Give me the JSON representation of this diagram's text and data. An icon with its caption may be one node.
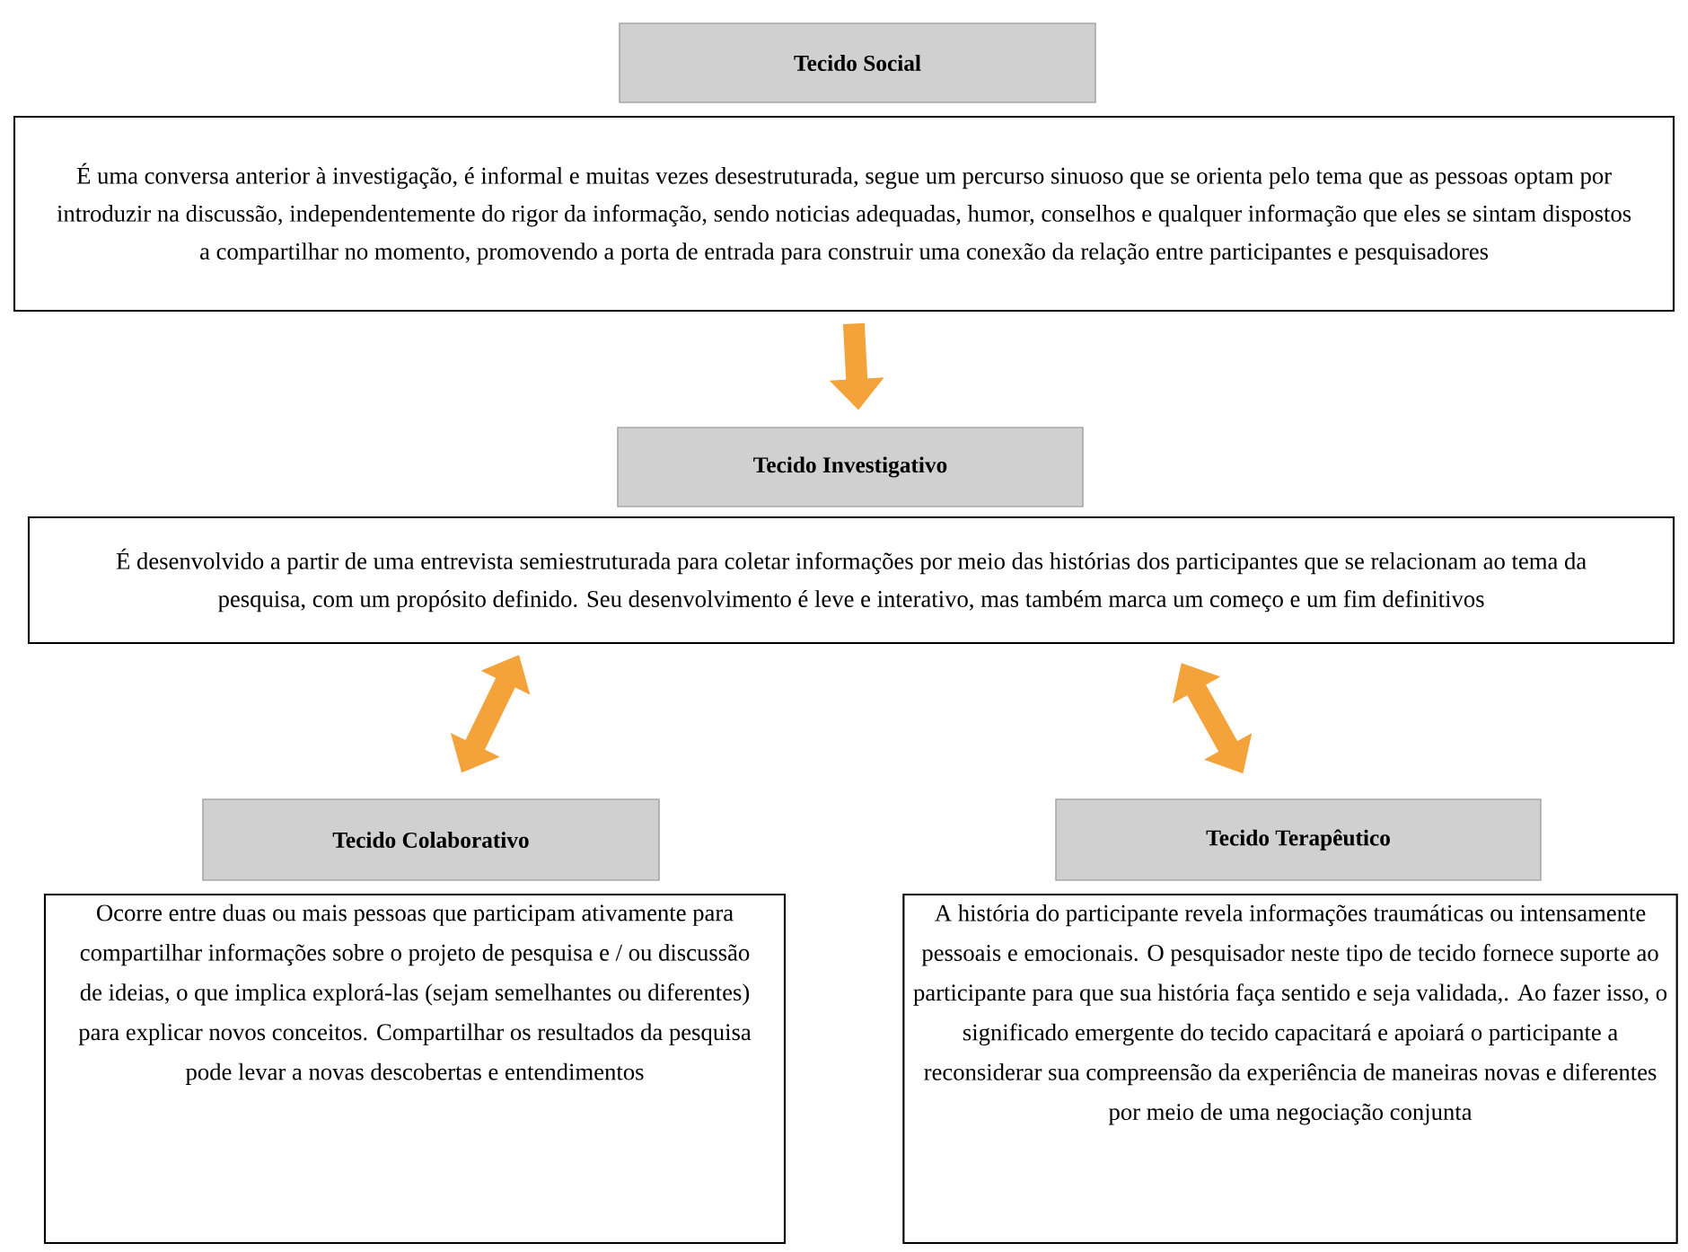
{
  "diagram": {
    "nodes": [
      {
        "text": [
          "Tecido Social"
        ]
      },
      {
        "text": [
          "É uma conversa anterior à investigação, é informal e muitas vezes desestruturada, segue um percurso sinuoso que se orienta pelo tema que as pessoas optam por introduzir na discussão, independentemente do rigor da informação, sendo noticias adequadas, humor, conselhos e qualquer informação que eles se sintam dispostos a compartilhar no momento, promovendo a porta de entrada para construir uma conexão da relação entre participantes e pesquisadores"
        ]
      },
      {
        "text": [
          "Tecido Investigativo"
        ]
      },
      {
        "text": [
          "É desenvolvido a partir de uma entrevista semiestruturada para coletar informações por meio das histórias dos participantes que se relacionam ao tema da pesquisa, com um propósito definido. Seu desenvolvimento é leve e interativo, mas também marca um começo e um fim definitivos"
        ]
      },
      {
        "text": [
          "Tecido Colaborativo"
        ]
      },
      {
        "text": [
          "Ocorre entre duas ou mais pessoas que participam ativamente para compartilhar informações sobre o projeto de pesquisa e / ou discussão de ideias, o que implica explorá-las (sejam semelhantes ou diferentes) para explicar novos conceitos. Compartilhar os resultados da pesquisa pode levar a novas descobertas e entendimentos"
        ]
      },
      {
        "text": [
          "Tecido Terapêutico"
        ]
      },
      {
        "text": [
          "A história do participante revela informações traumáticas ou intensamente pessoais e emocionais. O pesquisador neste tipo de tecido fornece suporte ao participante para que sua história faça sentido e seja validada,. Ao fazer isso, o significado emergente do tecido capacitará e apoiará o participante a reconsiderar sua compreensão da experiência de maneiras novas e diferentes por meio de uma negociação conjunta"
        ]
      }
    ],
    "edges": [
      {
        "from": 1,
        "to": 2,
        "arrow": "to"
      },
      {
        "from": 3,
        "to": 4,
        "arrow": "both"
      },
      {
        "from": 3,
        "to": 6,
        "arrow": "both"
      }
    ]
  }
}
